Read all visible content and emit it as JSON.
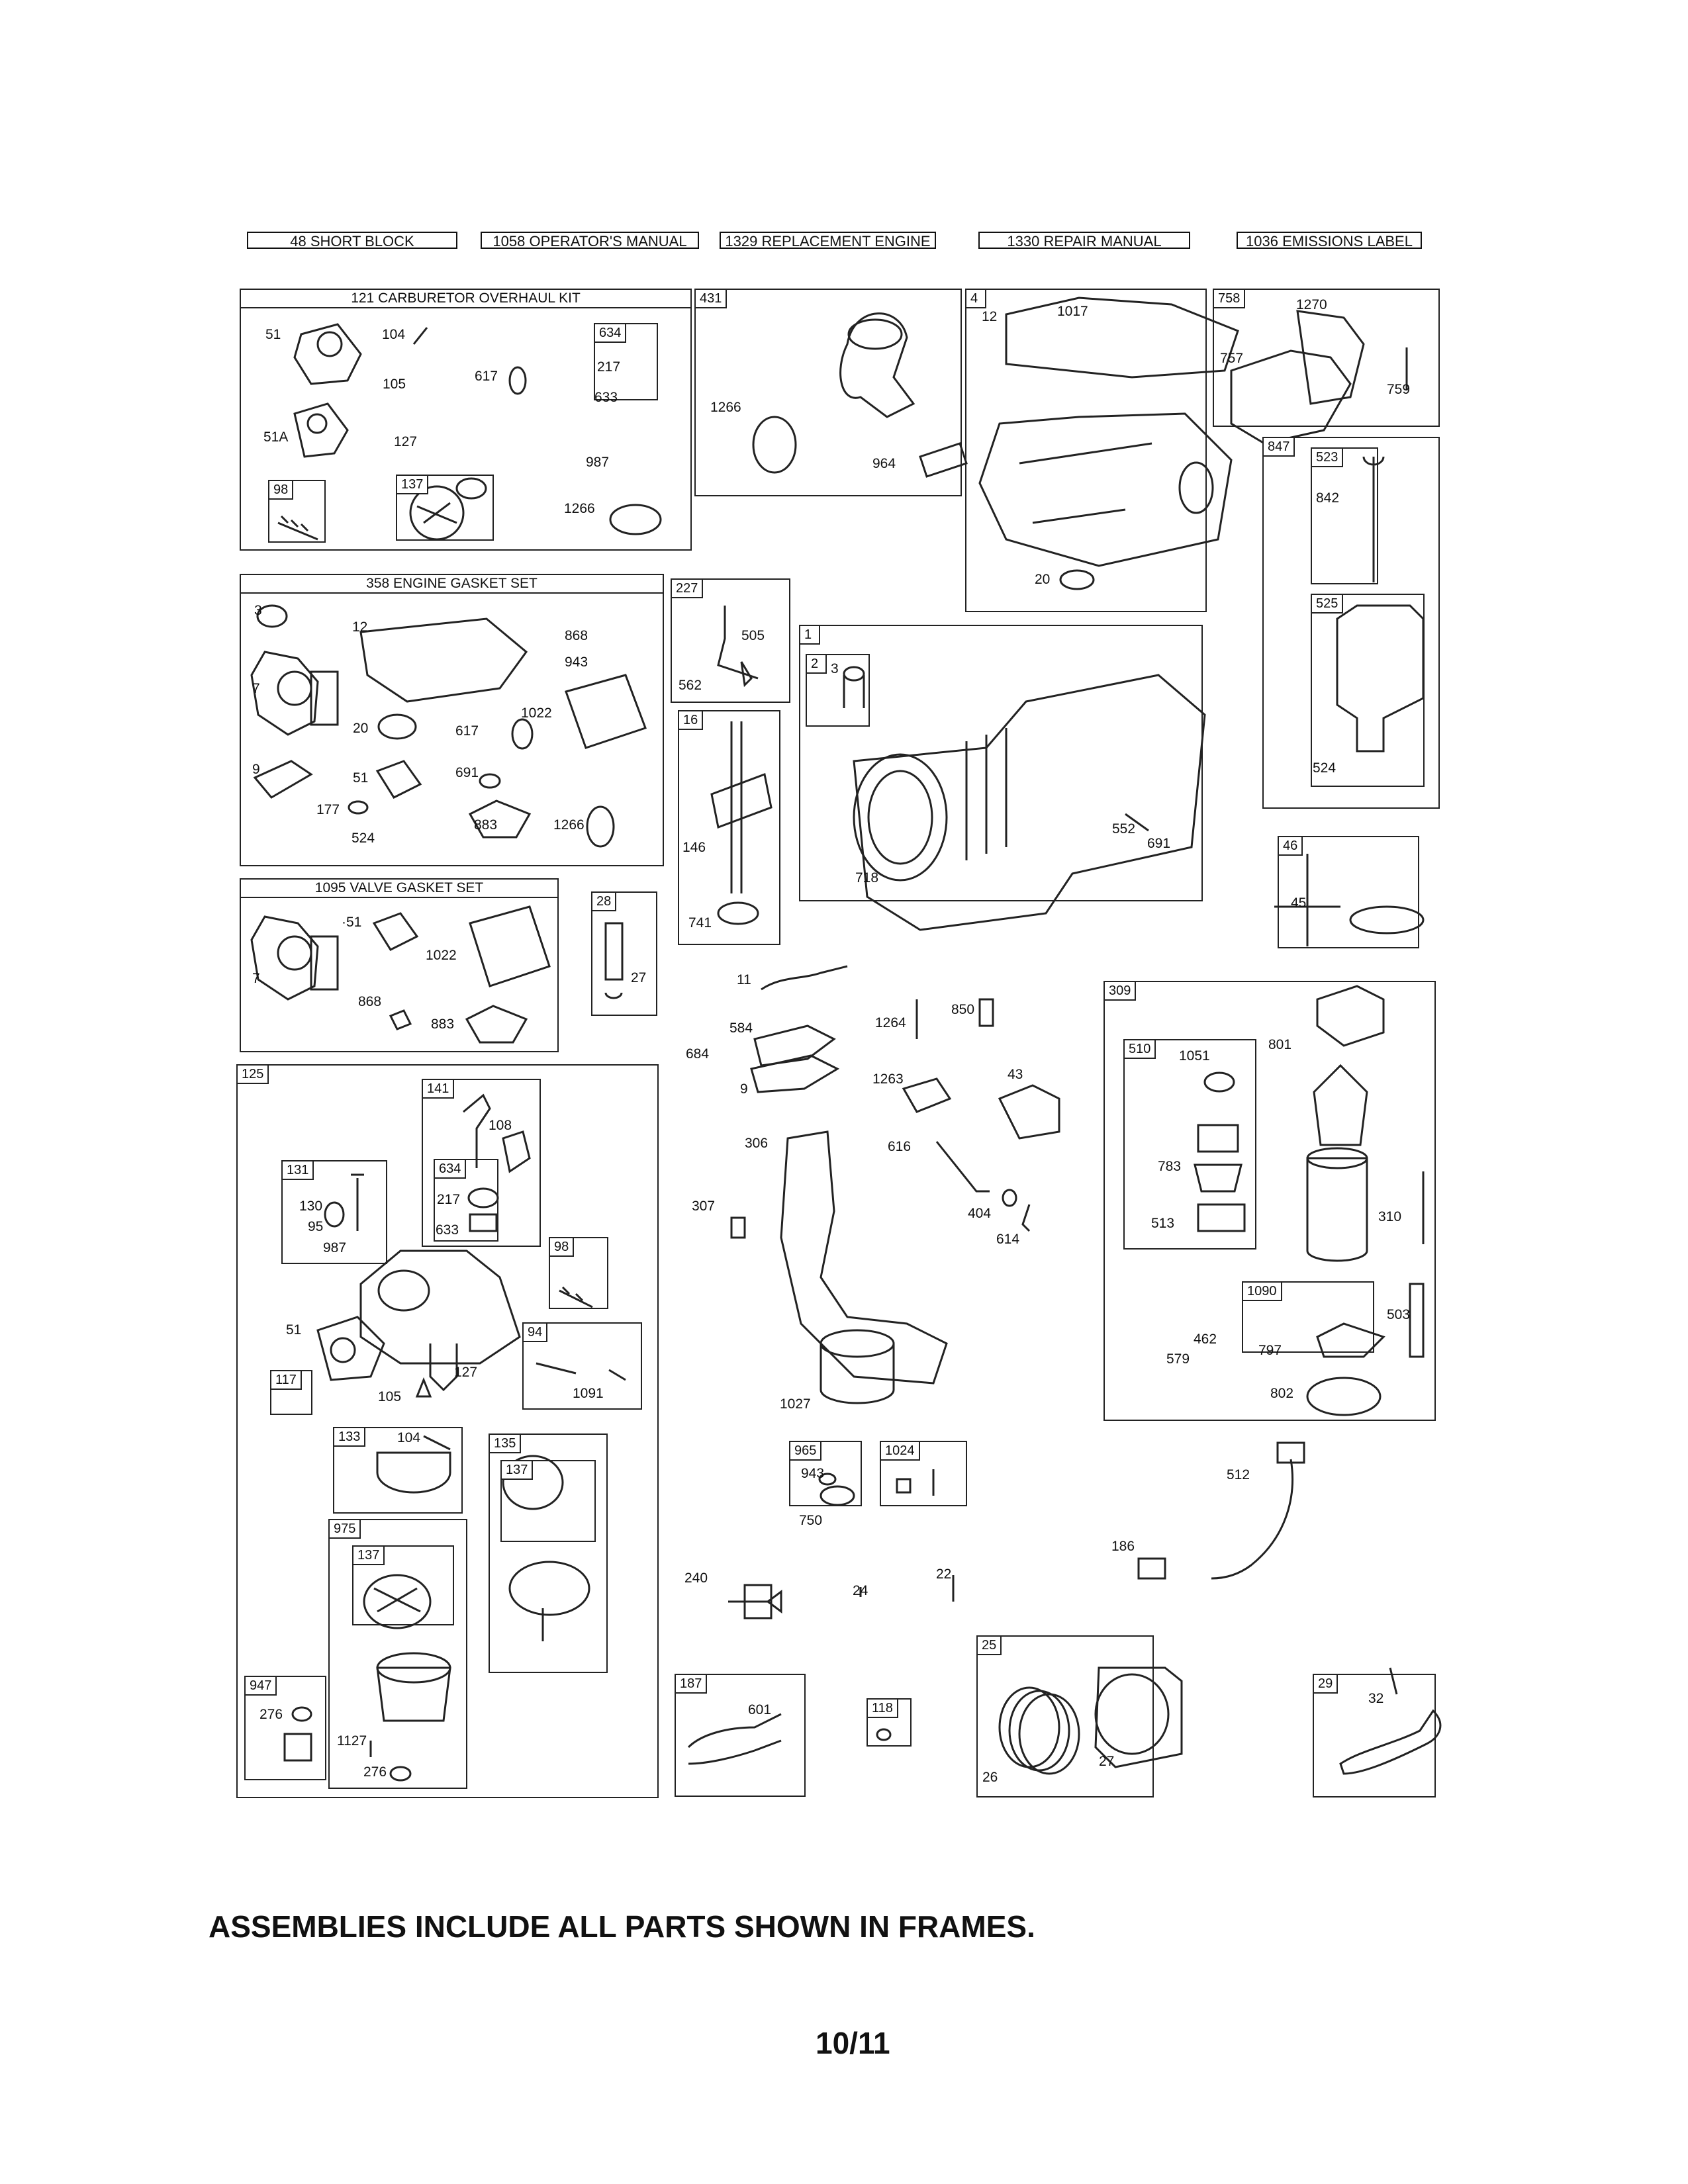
{
  "header_boxes": [
    "48 SHORT BLOCK",
    "1058 OPERATOR'S MANUAL",
    "1329 REPLACEMENT ENGINE",
    "1330 REPAIR MANUAL",
    "1036 EMISSIONS LABEL"
  ],
  "frames": {
    "f121": {
      "title": "121 CARBURETOR OVERHAUL KIT"
    },
    "f358": {
      "title": "358 ENGINE GASKET SET"
    },
    "f1095": {
      "title": "1095 VALVE GASKET SET"
    },
    "tags": {
      "t634a": "634",
      "t98a": "98",
      "t137a": "137",
      "t431": "431",
      "t4": "4",
      "t758": "758",
      "t847": "847",
      "t523": "523",
      "t525": "525",
      "t227": "227",
      "t1": "1",
      "t2": "2",
      "t16": "16",
      "t46": "46",
      "t28": "28",
      "t125": "125",
      "t141": "141",
      "t634b": "634",
      "t131": "131",
      "t98b": "98",
      "t94": "94",
      "t117": "117",
      "t133": "133",
      "t135": "135",
      "t137b": "137",
      "t975": "975",
      "t137c": "137",
      "t947": "947",
      "t309": "309",
      "t510": "510",
      "t1090": "1090",
      "t965": "965",
      "t1024": "1024",
      "t187": "187",
      "t118": "118",
      "t25": "25",
      "t29": "29"
    }
  },
  "labels": {
    "l51a": "51",
    "l104a": "104",
    "l105a": "105",
    "l617a": "617",
    "l217a": "217",
    "l633a": "633",
    "l51A": "51A",
    "l127a": "127",
    "l987a": "987",
    "l1266a": "1266",
    "l1266b": "1266",
    "l964": "964",
    "l12a": "12",
    "l1017": "1017",
    "l20a": "20",
    "l1270": "1270",
    "l757": "757",
    "l759": "759",
    "l842": "842",
    "l524a": "524",
    "l3": "3",
    "l12b": "12",
    "l868a": "868",
    "l943a": "943",
    "l7a": "7",
    "l20b": "20",
    "l617b": "617",
    "l1022a": "1022",
    "l9a": "9",
    "l51b": "51",
    "l691a": "691",
    "l177": "177",
    "l524b": "524",
    "l883a": "883",
    "l1266c": "1266",
    "l505": "505",
    "l562": "562",
    "l146": "146",
    "l741": "741",
    "l3b": "3",
    "l552": "552",
    "l691b": "691",
    "l718": "718",
    "l45": "45",
    "l51c": "·51",
    "l1022b": "1022",
    "l7b": "7",
    "l868b": "868",
    "l883b": "883",
    "l27a": "27",
    "l11": "11",
    "l584": "584",
    "l684": "684",
    "l9b": "9",
    "l1264": "1264",
    "l850": "850",
    "l1263": "1263",
    "l43": "43",
    "l306": "306",
    "l616": "616",
    "l307": "307",
    "l404": "404",
    "l614": "614",
    "l1027": "1027",
    "l108": "108",
    "l217b": "217",
    "l633b": "633",
    "l130": "130",
    "l95": "95",
    "l987b": "987",
    "l51d": "51",
    "l127b": "127",
    "l105b": "105",
    "l1091": "1091",
    "l104b": "104",
    "l1127": "1127",
    "l276a": "276",
    "l276b": "276",
    "l801": "801",
    "l1051": "1051",
    "l783": "783",
    "l513": "513",
    "l310": "310",
    "l503": "503",
    "l462": "462",
    "l579": "579",
    "l797": "797",
    "l802": "802",
    "l943b": "943",
    "l750": "750",
    "l512": "512",
    "l186": "186",
    "l240": "240",
    "l24": "24",
    "l22": "22",
    "l601": "601",
    "l26": "26",
    "l27b": "27",
    "l32": "32"
  },
  "footer_note": "ASSEMBLIES INCLUDE ALL PARTS SHOWN IN FRAMES.",
  "page_number": "10/11"
}
